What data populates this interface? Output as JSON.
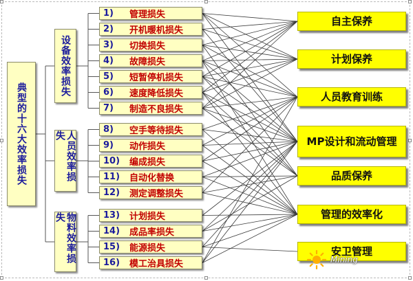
{
  "root": {
    "label": "典型的十六大效率损失"
  },
  "groups": [
    {
      "label": "设备效率损失",
      "items": [
        {
          "num": "1)",
          "label": "管理损失"
        },
        {
          "num": "2)",
          "label": "开机暖机损失"
        },
        {
          "num": "3)",
          "label": "切换损失"
        },
        {
          "num": "4)",
          "label": "故障损失"
        },
        {
          "num": "5)",
          "label": "短暂停机损失"
        },
        {
          "num": "6)",
          "label": "速度降低损失"
        },
        {
          "num": "7)",
          "label": "制造不良损失"
        }
      ]
    },
    {
      "label": "人员效率损失",
      "items": [
        {
          "num": "8)",
          "label": "空手等待损失"
        },
        {
          "num": "9)",
          "label": "动作损失"
        },
        {
          "num": "10)",
          "label": "编成损失"
        },
        {
          "num": "11)",
          "label": "自动化替换"
        },
        {
          "num": "12)",
          "label": "测定调整损失"
        }
      ]
    },
    {
      "label": "物料效率损失",
      "items": [
        {
          "num": "13)",
          "label": "计划损失"
        },
        {
          "num": "14)",
          "label": "成品率损失"
        },
        {
          "num": "15)",
          "label": "能源损失"
        },
        {
          "num": "16)",
          "label": "模工治具损失"
        }
      ]
    }
  ],
  "measures": [
    {
      "label": "自主保养"
    },
    {
      "label": "计划保养"
    },
    {
      "label": "人员教育训练"
    },
    {
      "label": "MP设计和流动管理"
    },
    {
      "label": "品质保养"
    },
    {
      "label": "管理的效率化"
    },
    {
      "label": "安卫管理"
    }
  ],
  "watermark": {
    "text": "Mining"
  },
  "colors": {
    "loss_box_fill": "#ffffc2",
    "measure_box_fill": "#ffff00",
    "number_text": "#1b1b9c",
    "loss_text": "#c20000"
  },
  "links": [
    [
      0,
      0
    ],
    [
      0,
      1
    ],
    [
      0,
      2
    ],
    [
      0,
      3
    ],
    [
      1,
      0
    ],
    [
      1,
      1
    ],
    [
      1,
      3
    ],
    [
      2,
      0
    ],
    [
      2,
      1
    ],
    [
      2,
      2
    ],
    [
      2,
      4
    ],
    [
      3,
      0
    ],
    [
      3,
      1
    ],
    [
      3,
      2
    ],
    [
      3,
      3
    ],
    [
      3,
      5
    ],
    [
      4,
      0
    ],
    [
      4,
      1
    ],
    [
      4,
      2
    ],
    [
      4,
      3
    ],
    [
      4,
      4
    ],
    [
      5,
      0
    ],
    [
      5,
      1
    ],
    [
      5,
      3
    ],
    [
      5,
      4
    ],
    [
      5,
      5
    ],
    [
      6,
      0
    ],
    [
      6,
      1
    ],
    [
      6,
      2
    ],
    [
      6,
      3
    ],
    [
      6,
      4
    ],
    [
      7,
      2
    ],
    [
      7,
      3
    ],
    [
      7,
      5
    ],
    [
      8,
      2
    ],
    [
      8,
      3
    ],
    [
      8,
      5
    ],
    [
      9,
      2
    ],
    [
      9,
      3
    ],
    [
      9,
      5
    ],
    [
      10,
      3
    ],
    [
      10,
      4
    ],
    [
      10,
      5
    ],
    [
      11,
      2
    ],
    [
      11,
      4
    ],
    [
      11,
      5
    ],
    [
      12,
      3
    ],
    [
      12,
      5
    ],
    [
      13,
      3
    ],
    [
      13,
      4
    ],
    [
      13,
      5
    ],
    [
      14,
      3
    ],
    [
      14,
      5
    ],
    [
      14,
      6
    ],
    [
      15,
      2
    ],
    [
      15,
      3
    ],
    [
      15,
      5
    ]
  ]
}
